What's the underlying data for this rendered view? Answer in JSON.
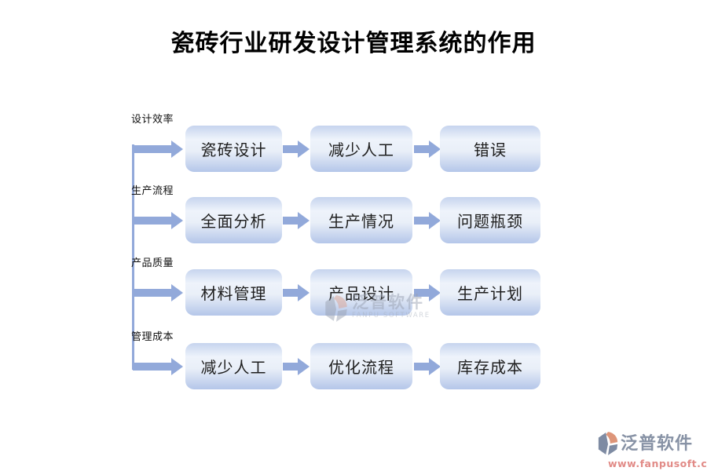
{
  "title": "瓷砖行业研发设计管理系统的作用",
  "rows": [
    {
      "branch": "设计效率",
      "boxes": [
        "瓷砖设计",
        "减少人工",
        "错误"
      ]
    },
    {
      "branch": "生产流程",
      "boxes": [
        "全面分析",
        "生产情况",
        "问题瓶颈"
      ]
    },
    {
      "branch": "产品质量",
      "boxes": [
        "材料管理",
        "产品设计",
        "生产计划"
      ]
    },
    {
      "branch": "管理成本",
      "boxes": [
        "减少人工",
        "优化流程",
        "库存成本"
      ]
    }
  ],
  "watermark": {
    "name": "泛普软件",
    "subtitle": "FANPU SOFTWARE"
  },
  "footer": {
    "brand": "泛普软件",
    "url": "www.fanpusoft.com"
  },
  "colors": {
    "arrow_accent": "#92a9da",
    "box_gradient_top": "#c6d4ee",
    "box_gradient_light": "#eef3fb",
    "box_gradient_bottom": "#b4c6e9",
    "brand_gray": "#8792a5",
    "brand_url_red": "#e18a86",
    "logo_slate": "#7e8ba3",
    "logo_salmon": "#dd9579"
  }
}
